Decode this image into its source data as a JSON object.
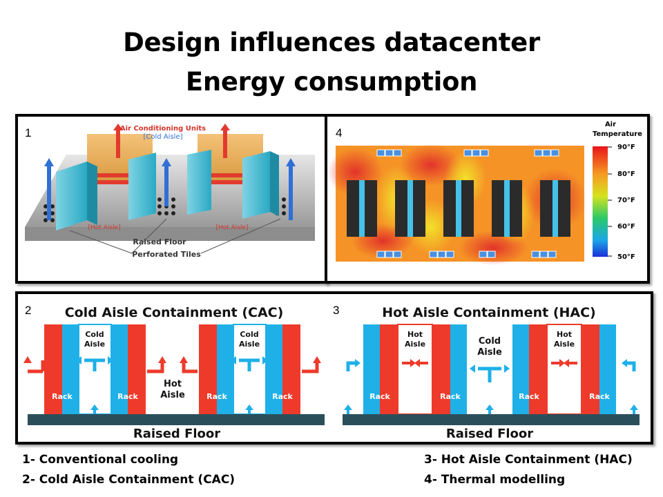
{
  "title": {
    "line1": "Design influences datacenter",
    "line2": "Energy consumption"
  },
  "panel1": {
    "number": "1",
    "label_ac": "Air Conditioning Units",
    "label_cold": "[Cold Aisle]",
    "label_hot_left": "[Hot Aisle]",
    "label_hot_right": "[Hot Aisle]",
    "label_floor": "Raised Floor",
    "label_tiles": "Perforated Tiles"
  },
  "panel4": {
    "number": "4",
    "legend_title_1": "Air",
    "legend_title_2": "Temperature",
    "legend_ticks": [
      "90°F",
      "80°F",
      "70°F",
      "60°F",
      "50°F"
    ]
  },
  "panel2": {
    "number": "2",
    "heading": "Cold Aisle Containment (CAC)",
    "cold_aisle_1": "Cold",
    "cold_aisle_2": "Aisle",
    "hot_aisle_1": "Hot",
    "hot_aisle_2": "Aisle",
    "rack": "Rack",
    "floor": "Raised Floor"
  },
  "panel3": {
    "number": "3",
    "heading": "Hot Aisle Containment (HAC)",
    "hot_aisle_1": "Hot",
    "hot_aisle_2": "Aisle",
    "cold_aisle_1": "Cold",
    "cold_aisle_2": "Aisle",
    "rack": "Rack",
    "floor": "Raised Floor"
  },
  "captions": {
    "c1": "1- Conventional cooling",
    "c2": "2- Cold Aisle Containment (CAC)",
    "c3": "3- Hot Aisle Containment (HAC)",
    "c4": "4- Thermal modelling"
  },
  "colors": {
    "hot": "#ee3a2a",
    "cold": "#1fb0e8",
    "floor": "#2b4f5a",
    "rack_dark": "#2b2b2b"
  }
}
